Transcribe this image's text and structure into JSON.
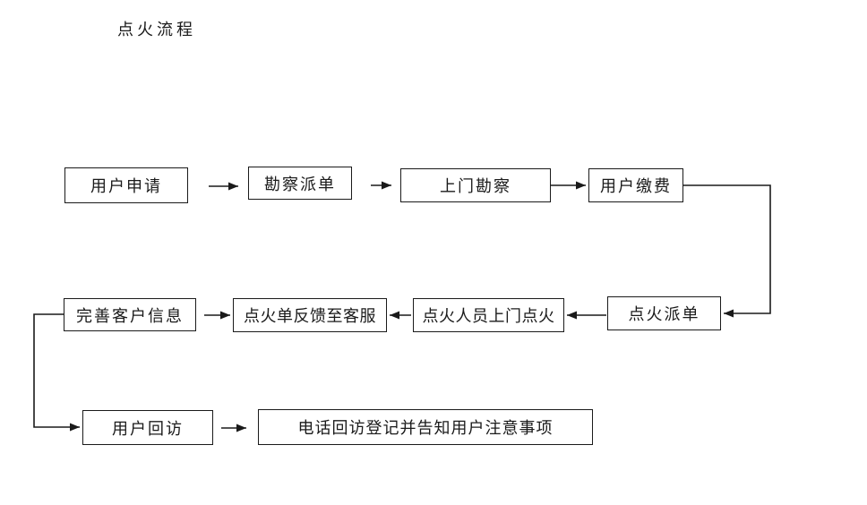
{
  "title": "点火流程",
  "colors": {
    "line": "#1a1a1a",
    "text": "#1a1a1a",
    "background": "#ffffff"
  },
  "flowchart": {
    "nodes": [
      {
        "id": "user-application",
        "label": "用户申请"
      },
      {
        "id": "survey-dispatch",
        "label": "勘察派单"
      },
      {
        "id": "onsite-survey",
        "label": "上门勘察"
      },
      {
        "id": "user-payment",
        "label": "用户缴费"
      },
      {
        "id": "complete-customer-info",
        "label": "完善客户信息"
      },
      {
        "id": "ignition-feedback-to-service",
        "label": "点火单反馈至客服"
      },
      {
        "id": "ignition-staff-onsite",
        "label": "点火人员上门点火"
      },
      {
        "id": "ignition-dispatch",
        "label": "点火派单"
      },
      {
        "id": "user-followup",
        "label": "用户回访"
      },
      {
        "id": "phone-followup-registration",
        "label": "电话回访登记并告知用户注意事项"
      }
    ],
    "edges": [
      {
        "from": "用户申请",
        "to": "勘察派单"
      },
      {
        "from": "勘察派单",
        "to": "上门勘察"
      },
      {
        "from": "上门勘察",
        "to": "用户缴费"
      },
      {
        "from": "用户缴费",
        "to": "点火派单"
      },
      {
        "from": "点火派单",
        "to": "点火人员上门点火"
      },
      {
        "from": "点火人员上门点火",
        "to": "点火单反馈至客服"
      },
      {
        "from": "完善客户信息",
        "to": "点火单反馈至客服"
      },
      {
        "from": "完善客户信息",
        "to": "用户回访"
      },
      {
        "from": "用户回访",
        "to": "电话回访登记并告知用户注意事项"
      }
    ]
  }
}
